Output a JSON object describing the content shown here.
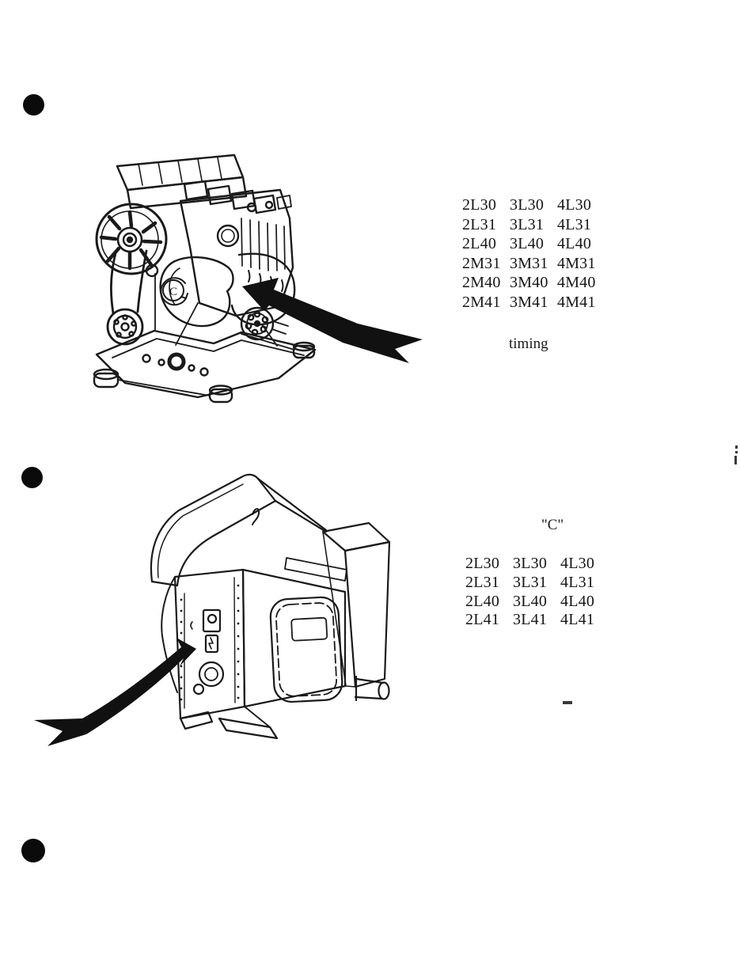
{
  "figure_top": {
    "caption": "timing",
    "models": [
      [
        "2L30",
        "3L30",
        "4L30"
      ],
      [
        "2L31",
        "3L31",
        "4L31"
      ],
      [
        "2L40",
        "3L40",
        "4L40"
      ],
      [
        "2M31",
        "3M31",
        "4M31"
      ],
      [
        "2M40",
        "3M40",
        "4M40"
      ],
      [
        "2M41",
        "3M41",
        "4M41"
      ]
    ],
    "illustration": "open-frame-engine-with-arrow-to-timing-cover",
    "timing_mark": "C"
  },
  "figure_bottom": {
    "label": "\"C\"",
    "models": [
      [
        "2L30",
        "3L30",
        "4L30"
      ],
      [
        "2L31",
        "3L31",
        "4L31"
      ],
      [
        "2L40",
        "3L40",
        "4L40"
      ],
      [
        "2L41",
        "3L41",
        "4L41"
      ]
    ],
    "illustration": "enclosed-unit-with-arrow-to-side-panel"
  },
  "colors": {
    "ink": "#1a1a1a",
    "paper": "#ffffff"
  }
}
